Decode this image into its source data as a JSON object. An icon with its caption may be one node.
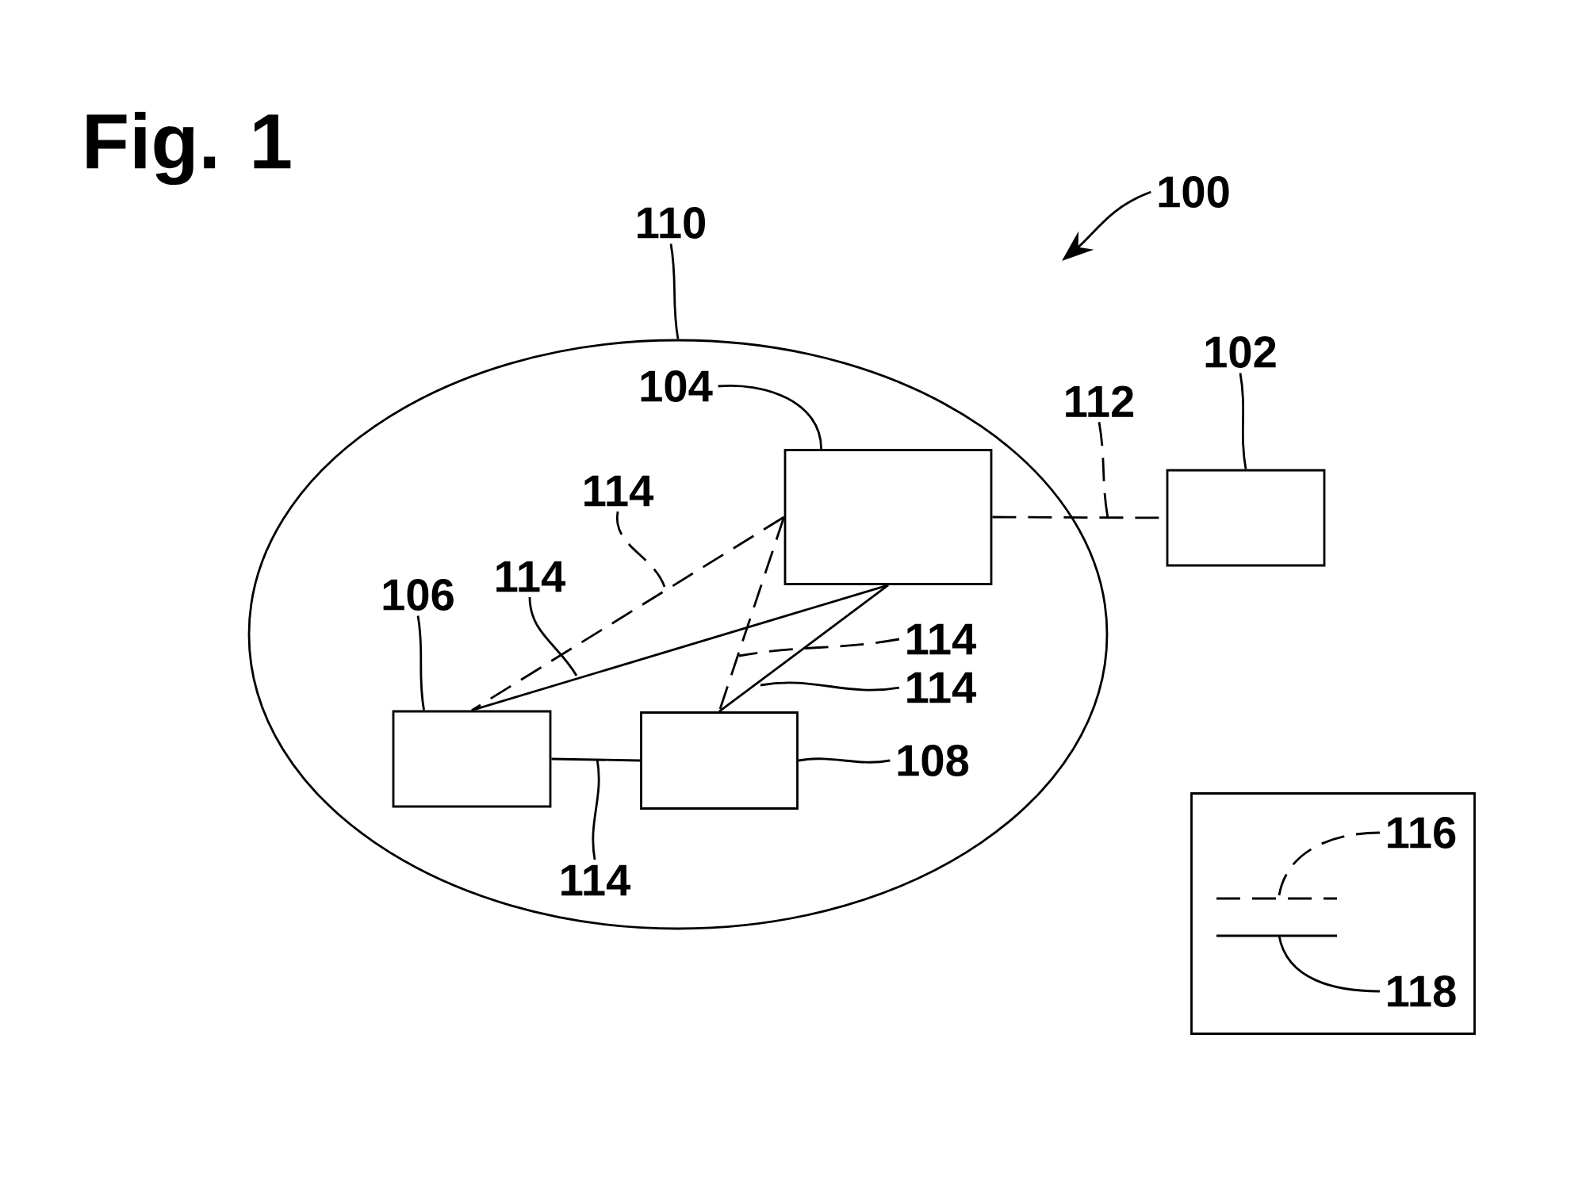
{
  "diagram": {
    "title": "Fig. 1",
    "nodes": [
      {
        "text": [
          "100"
        ]
      },
      {
        "text": [
          "110"
        ]
      },
      {
        "text": [],
        "shape": "ellipse"
      },
      {
        "text": [
          "104"
        ],
        "in": 2
      },
      {
        "text": [],
        "shape": "box",
        "in": 2
      },
      {
        "text": [
          "114"
        ],
        "in": 2
      },
      {
        "text": [
          "106"
        ],
        "in": 2
      },
      {
        "text": [
          "114"
        ],
        "in": 2
      },
      {
        "text": [
          "114"
        ],
        "in": 2
      },
      {
        "text": [
          "114"
        ],
        "in": 2
      },
      {
        "text": [],
        "shape": "box",
        "in": 2
      },
      {
        "text": [],
        "shape": "box",
        "in": 2
      },
      {
        "text": [
          "108"
        ],
        "in": 2
      },
      {
        "text": [
          "114"
        ],
        "in": 2
      },
      {
        "text": [
          "112"
        ]
      },
      {
        "text": [
          "102"
        ]
      },
      {
        "text": [],
        "shape": "box"
      },
      {
        "text": [],
        "shape": "box"
      },
      {
        "text": [
          "116"
        ],
        "in": 17
      },
      {
        "text": [
          "118"
        ],
        "in": 17
      }
    ],
    "edges": [
      {
        "from": 4,
        "to": 16,
        "arrow": "none",
        "style": "dashed"
      },
      {
        "from": 4,
        "to": 10,
        "arrow": "none",
        "style": "dashed"
      },
      {
        "from": 4,
        "to": 10,
        "arrow": "none"
      },
      {
        "from": 4,
        "to": 11,
        "arrow": "none",
        "style": "dashed"
      },
      {
        "from": 4,
        "to": 11,
        "arrow": "none"
      },
      {
        "from": 10,
        "to": 11,
        "arrow": "none"
      },
      {
        "from": 0,
        "to": null,
        "arrow": "to"
      },
      {
        "from": 1,
        "to": 2,
        "arrow": "none"
      },
      {
        "from": 3,
        "to": 4,
        "arrow": "none"
      },
      {
        "from": 5,
        "to": null,
        "arrow": "none",
        "style": "dashed"
      },
      {
        "from": 6,
        "to": 10,
        "arrow": "none"
      },
      {
        "from": 7,
        "to": null,
        "arrow": "none"
      },
      {
        "from": 8,
        "to": null,
        "arrow": "none",
        "style": "dashed"
      },
      {
        "from": 9,
        "to": null,
        "arrow": "none"
      },
      {
        "from": 12,
        "to": 11,
        "arrow": "none"
      },
      {
        "from": 13,
        "to": null,
        "arrow": "none"
      },
      {
        "from": 14,
        "to": null,
        "arrow": "none",
        "style": "dashed"
      },
      {
        "from": 15,
        "to": 16,
        "arrow": "none"
      },
      {
        "from": 18,
        "to": null,
        "arrow": "none",
        "style": "dashed"
      },
      {
        "from": 19,
        "to": null,
        "arrow": "none"
      }
    ]
  }
}
